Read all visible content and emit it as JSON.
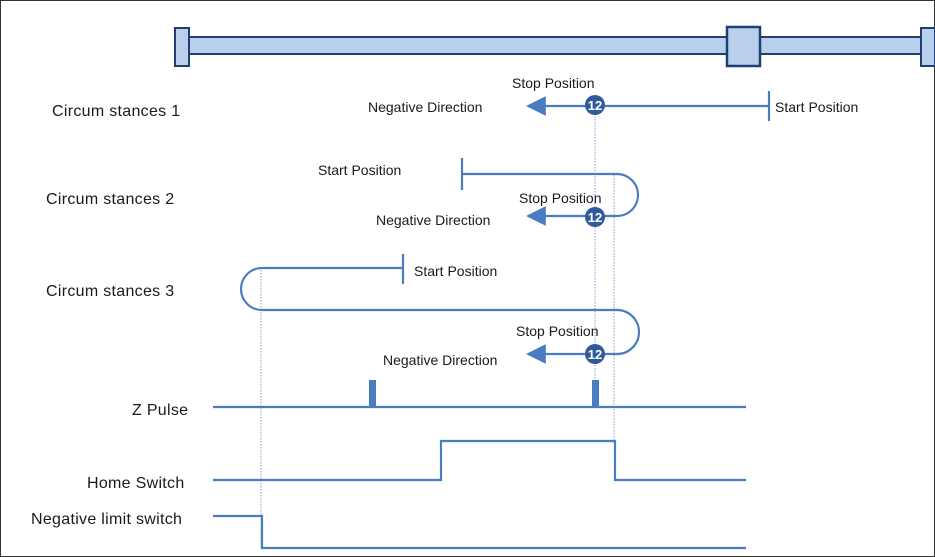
{
  "rows": {
    "case1": "Circum stances 1",
    "case2": "Circum stances 2",
    "case3": "Circum stances 3",
    "z_pulse": "Z Pulse",
    "home_switch": "Home Switch",
    "neg_limit": "Negative limit switch"
  },
  "annotations": {
    "start_position": "Start Position",
    "stop_position": "Stop Position",
    "negative_direction": "Negative Direction",
    "badge": "12"
  },
  "colors": {
    "line": "#4a7dbf",
    "badge": "#2f5b9a",
    "axis_fill": "#b9d0ec",
    "axis_border": "#1f3f72",
    "frame": "#333333"
  }
}
